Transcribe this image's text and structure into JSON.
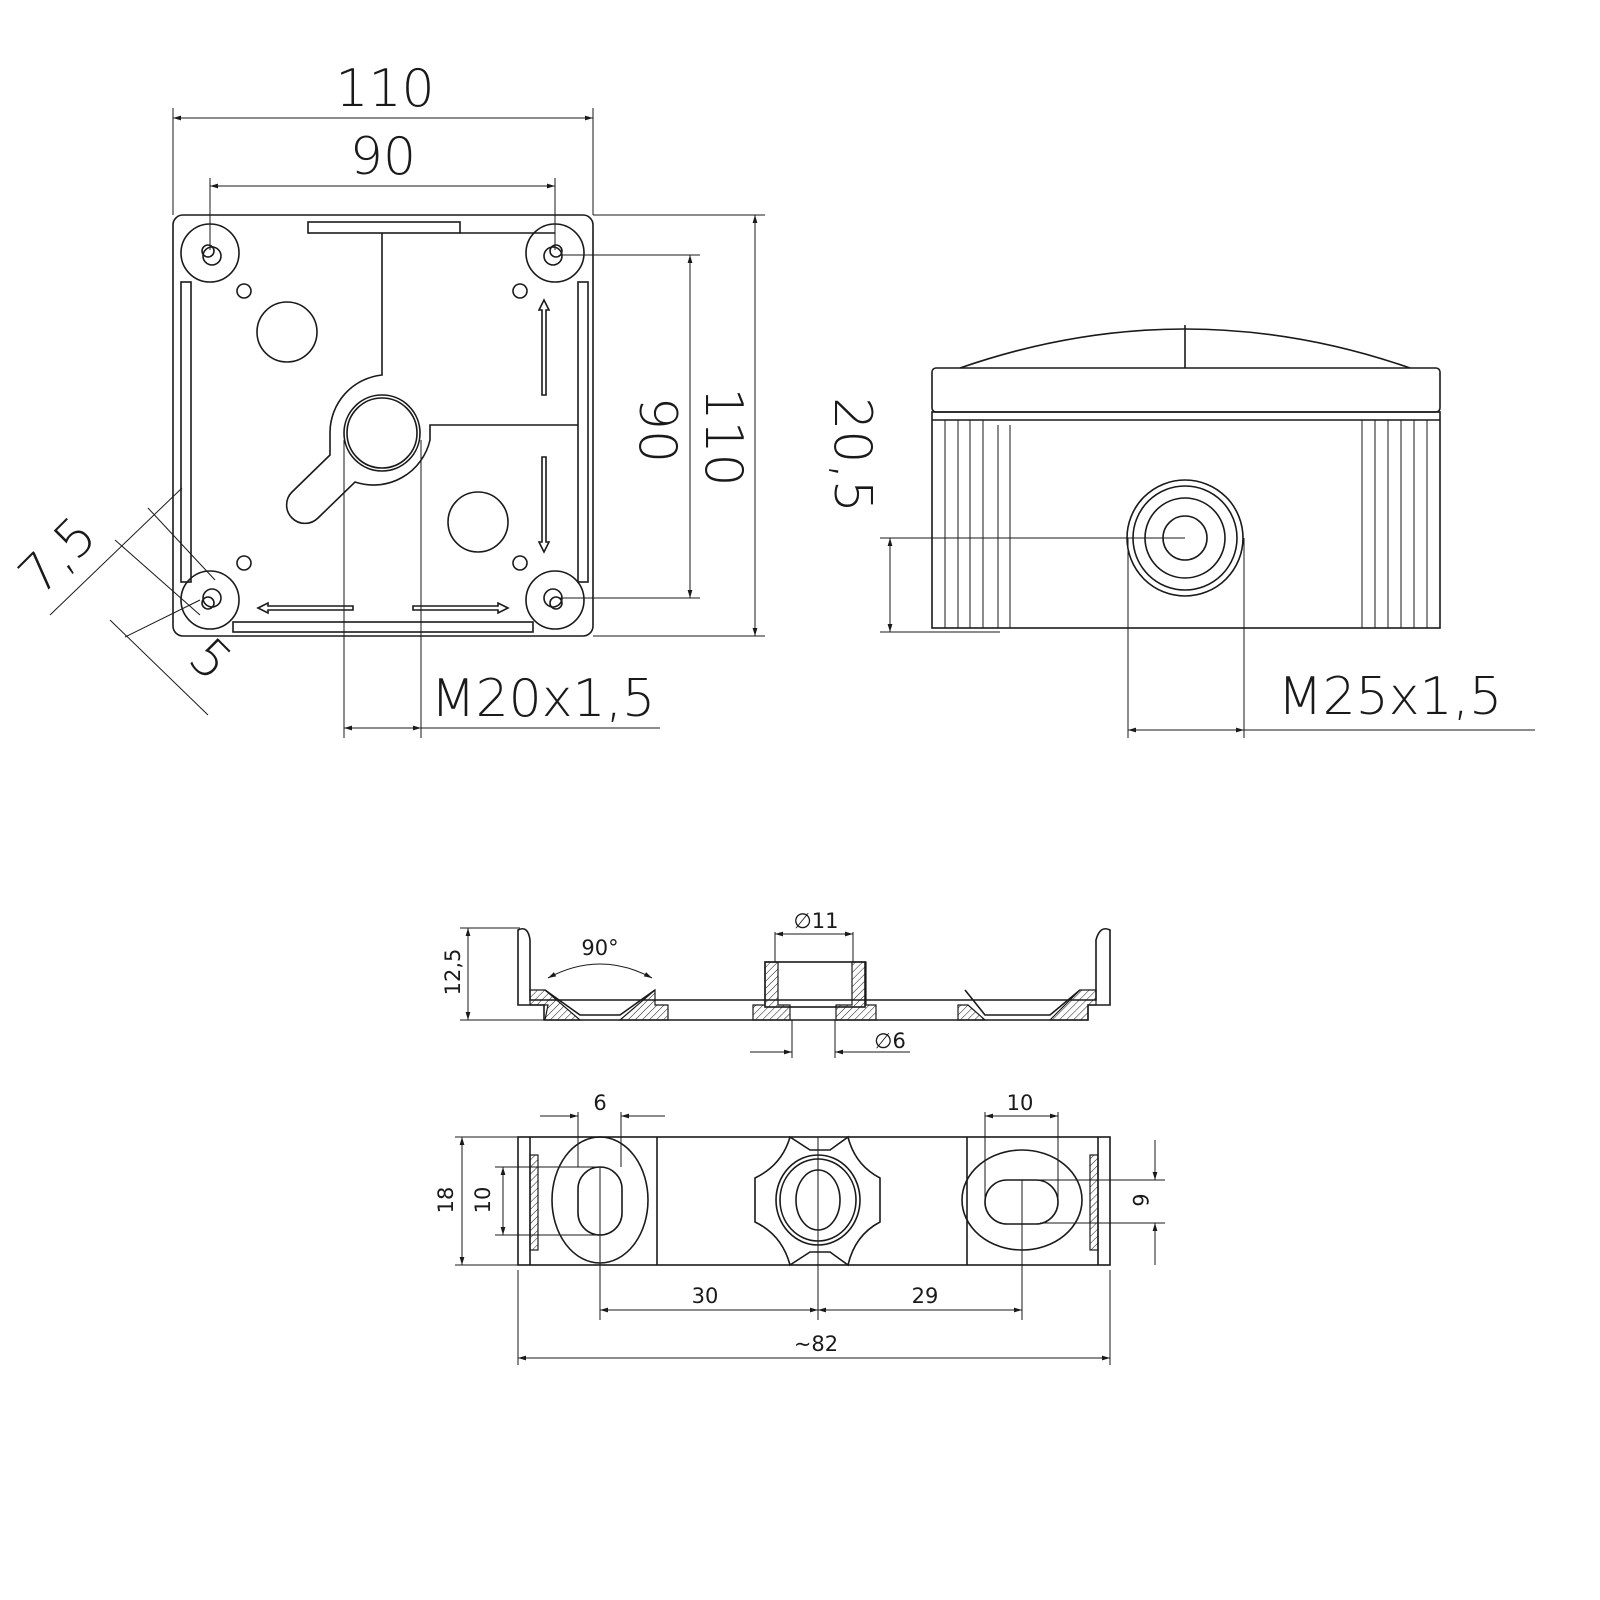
{
  "top_view": {
    "width_outer": "110",
    "width_holes": "90",
    "height_holes": "90",
    "height_outer": "110",
    "corner_offset": "7,5",
    "corner_hole": "5",
    "thread_bottom": "M20x1,5"
  },
  "side_view": {
    "gland_height": "20,5",
    "thread_side": "M25x1,5"
  },
  "bracket_section": {
    "height": "12,5",
    "angle": "90°",
    "bore_outer": "∅11",
    "bore_inner": "∅6"
  },
  "bracket_plan": {
    "slot_width_left": "6",
    "slot_width_right": "10",
    "overall_depth": "18",
    "slot_length_left": "10",
    "slot_height_right": "6",
    "pitch_left": "30",
    "pitch_right": "29",
    "overall_length": "~82"
  }
}
